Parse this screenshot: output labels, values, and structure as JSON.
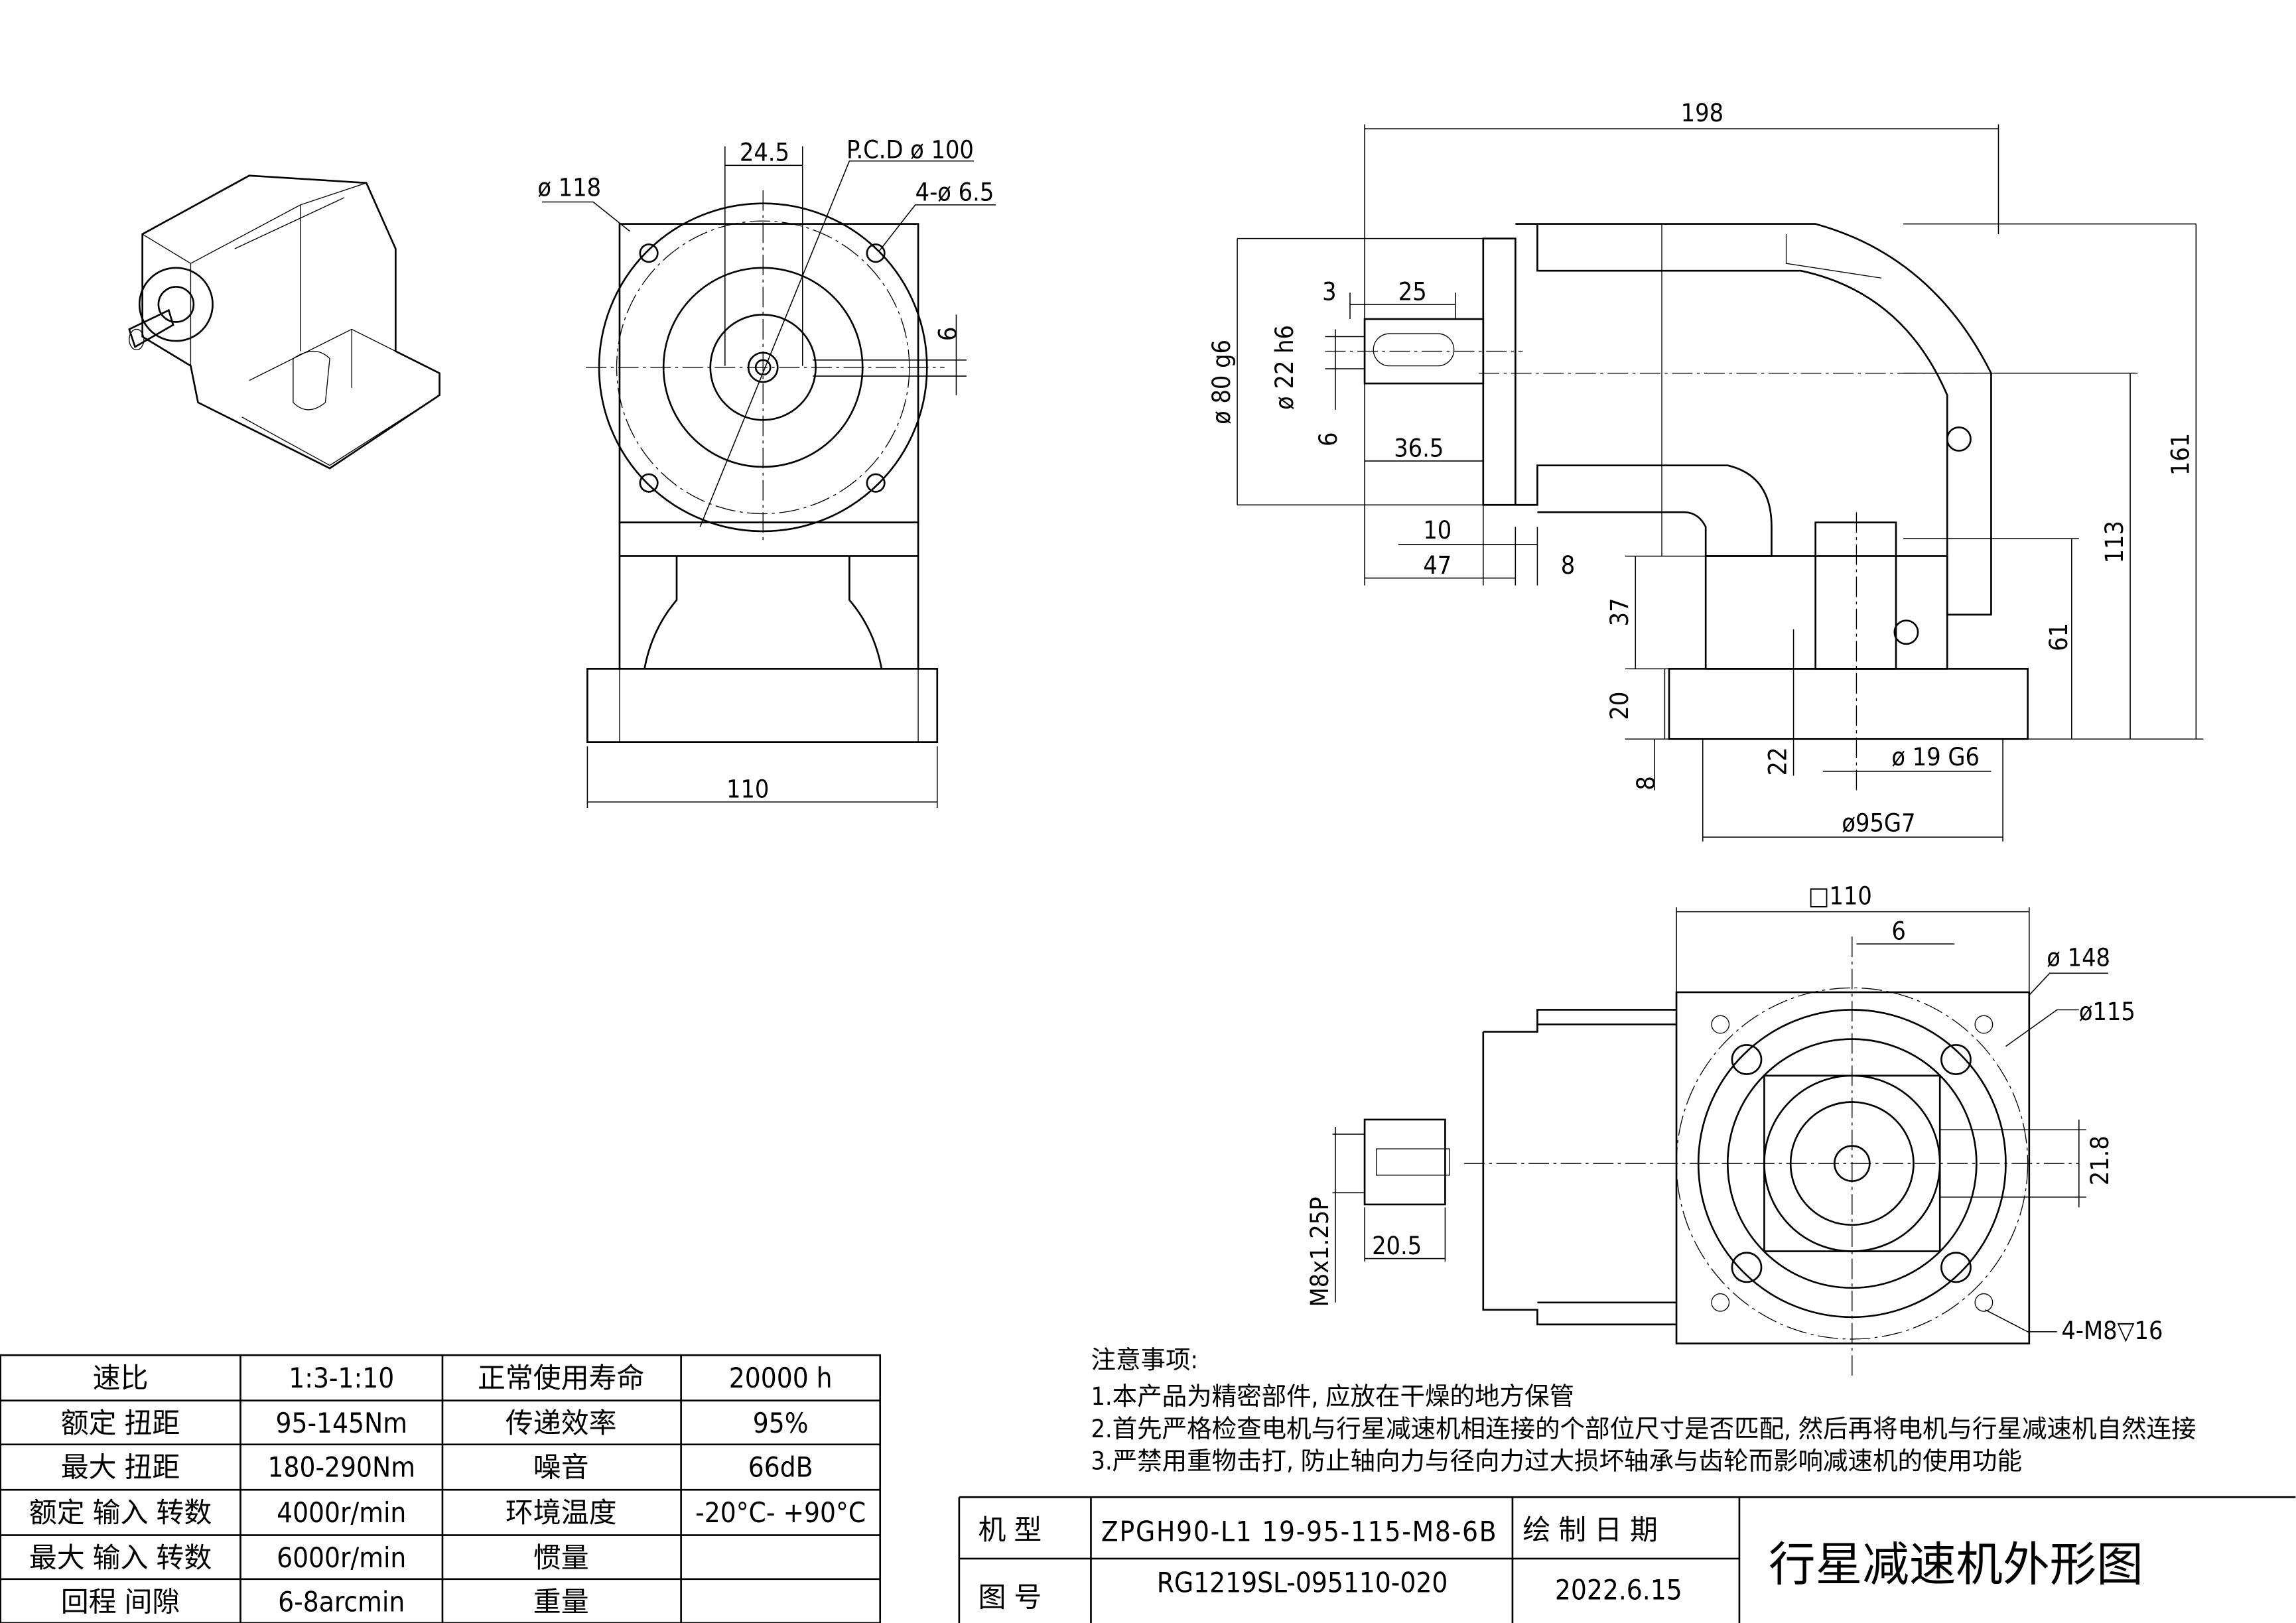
{
  "front_view": {
    "dia_118": "ø 118",
    "dim_24_5": "24.5",
    "pcd": "P.C.D  ø 100",
    "holes": "4-ø 6.5",
    "dim_6": "6",
    "dim_110": "110"
  },
  "side_view": {
    "dim_198": "198",
    "dim_3": "3",
    "dim_25": "25",
    "dia_80": "ø 80 g6",
    "dia_22": "ø 22 h6",
    "dim_6": "6",
    "dim_36_5": "36.5",
    "dim_10": "10",
    "dim_47": "47",
    "dim_8": "8",
    "dim_161": "161",
    "dim_113": "113",
    "dim_61": "61",
    "dim_37": "37",
    "dim_20": "20",
    "dim_8b": "8",
    "dim_22": "22",
    "dia_19": "ø 19 G6",
    "dia_95": "ø95G7"
  },
  "bottom_view": {
    "sq_110": "□110",
    "dim_6": "6",
    "dia_148": "ø 148",
    "dia_115": "ø115",
    "dim_21_8": "21.8",
    "thread": "M8x1.25P",
    "dim_20_5": "20.5",
    "holes": "4-M8▽16"
  },
  "spec_table": [
    [
      "速比",
      "1:3-1:10",
      "正常使用寿命",
      "20000  h"
    ],
    [
      "额定 扭距",
      "95-145Nm",
      "传递效率",
      "95%"
    ],
    [
      "最大 扭距",
      "180-290Nm",
      "噪音",
      "66dB"
    ],
    [
      "额定 输入 转数",
      "4000r/min",
      "环境温度",
      "-20°C-  +90°C"
    ],
    [
      "最大 输入 转数",
      "6000r/min",
      "惯量",
      ""
    ],
    [
      "回程 间隙",
      "6-8arcmin",
      "重量",
      ""
    ]
  ],
  "notes": {
    "title": "注意事项:",
    "items": [
      "1.本产品为精密部件, 应放在干燥的地方保管",
      "2.首先严格检查电机与行星减速机相连接的个部位尺寸是否匹配, 然后再将电机与行星减速机自然连接",
      "3.严禁用重物击打, 防止轴向力与径向力过大损坏轴承与齿轮而影响减速机的使用功能"
    ]
  },
  "title_block": {
    "model_label": "机 型",
    "model_value": "ZPGH90-L1 19-95-115-M8-6B",
    "date_label": "绘 制 日 期",
    "drawing_no_label": "图 号",
    "drawing_no": "RG1219SL-095110-020",
    "date": "2022.6.15",
    "title": "行星减速机外形图"
  }
}
